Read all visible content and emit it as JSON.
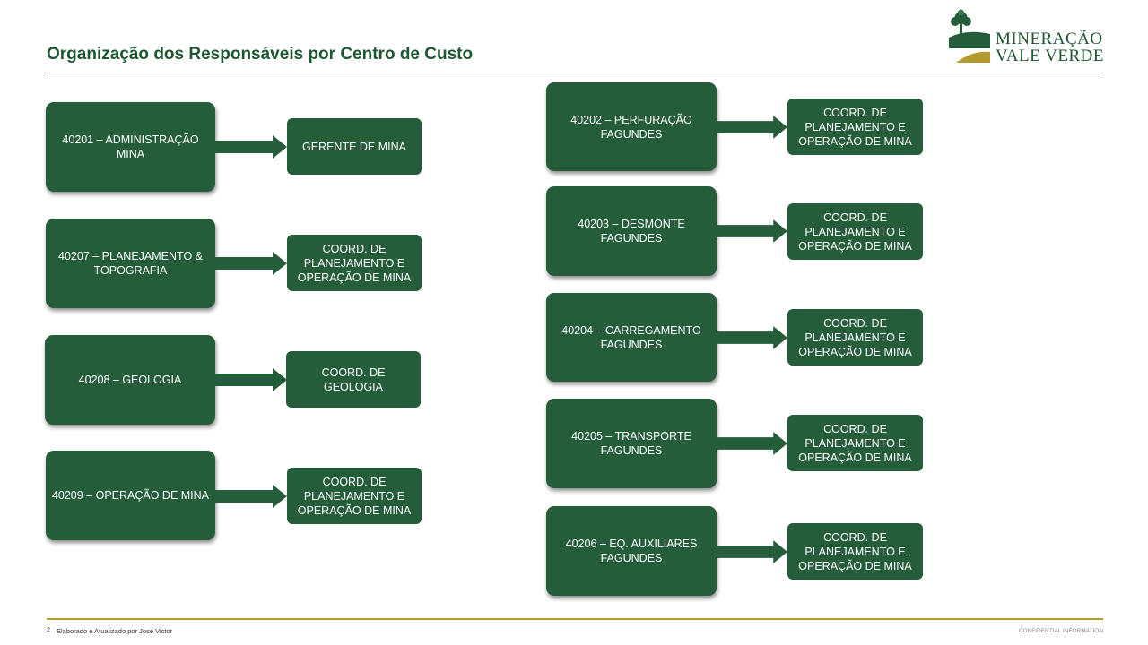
{
  "title": "Organização dos Responsáveis por Centro de Custo",
  "logo": {
    "line1": "MINERAÇÃO",
    "line2": "VALE VERDE"
  },
  "colors": {
    "box_fill": "#255c3a",
    "title": "#1e5631",
    "accent_gold": "#b39b2f"
  },
  "left_column": [
    {
      "center": "40201 – ADMINISTRAÇÃO MINA",
      "responsible": "GERENTE DE MINA"
    },
    {
      "center": "40207 – PLANEJAMENTO & TOPOGRAFIA",
      "responsible": "COORD. DE PLANEJAMENTO E OPERAÇÃO DE MINA"
    },
    {
      "center": "40208 – GEOLOGIA",
      "responsible": "COORD. DE GEOLOGIA"
    },
    {
      "center": "40209 – OPERAÇÃO DE MINA",
      "responsible": "COORD. DE PLANEJAMENTO E OPERAÇÃO DE MINA"
    }
  ],
  "right_column": [
    {
      "center": "40202 – PERFURAÇÃO FAGUNDES",
      "responsible": "COORD. DE PLANEJAMENTO E OPERAÇÃO DE MINA"
    },
    {
      "center": "40203 – DESMONTE FAGUNDES",
      "responsible": "COORD. DE PLANEJAMENTO E OPERAÇÃO DE MINA"
    },
    {
      "center": "40204 – CARREGAMENTO FAGUNDES",
      "responsible": "COORD. DE PLANEJAMENTO E OPERAÇÃO DE MINA"
    },
    {
      "center": "40205 – TRANSPORTE FAGUNDES",
      "responsible": "COORD. DE PLANEJAMENTO E OPERAÇÃO DE MINA"
    },
    {
      "center": "40206 – EQ. AUXILIARES FAGUNDES",
      "responsible": "COORD. DE PLANEJAMENTO E OPERAÇÃO DE MINA"
    }
  ],
  "footer": {
    "page_number": "2",
    "note": "Elaborado e Atualizado por José Victor",
    "confidential": "CONFIDENTIAL INFORMATION"
  }
}
